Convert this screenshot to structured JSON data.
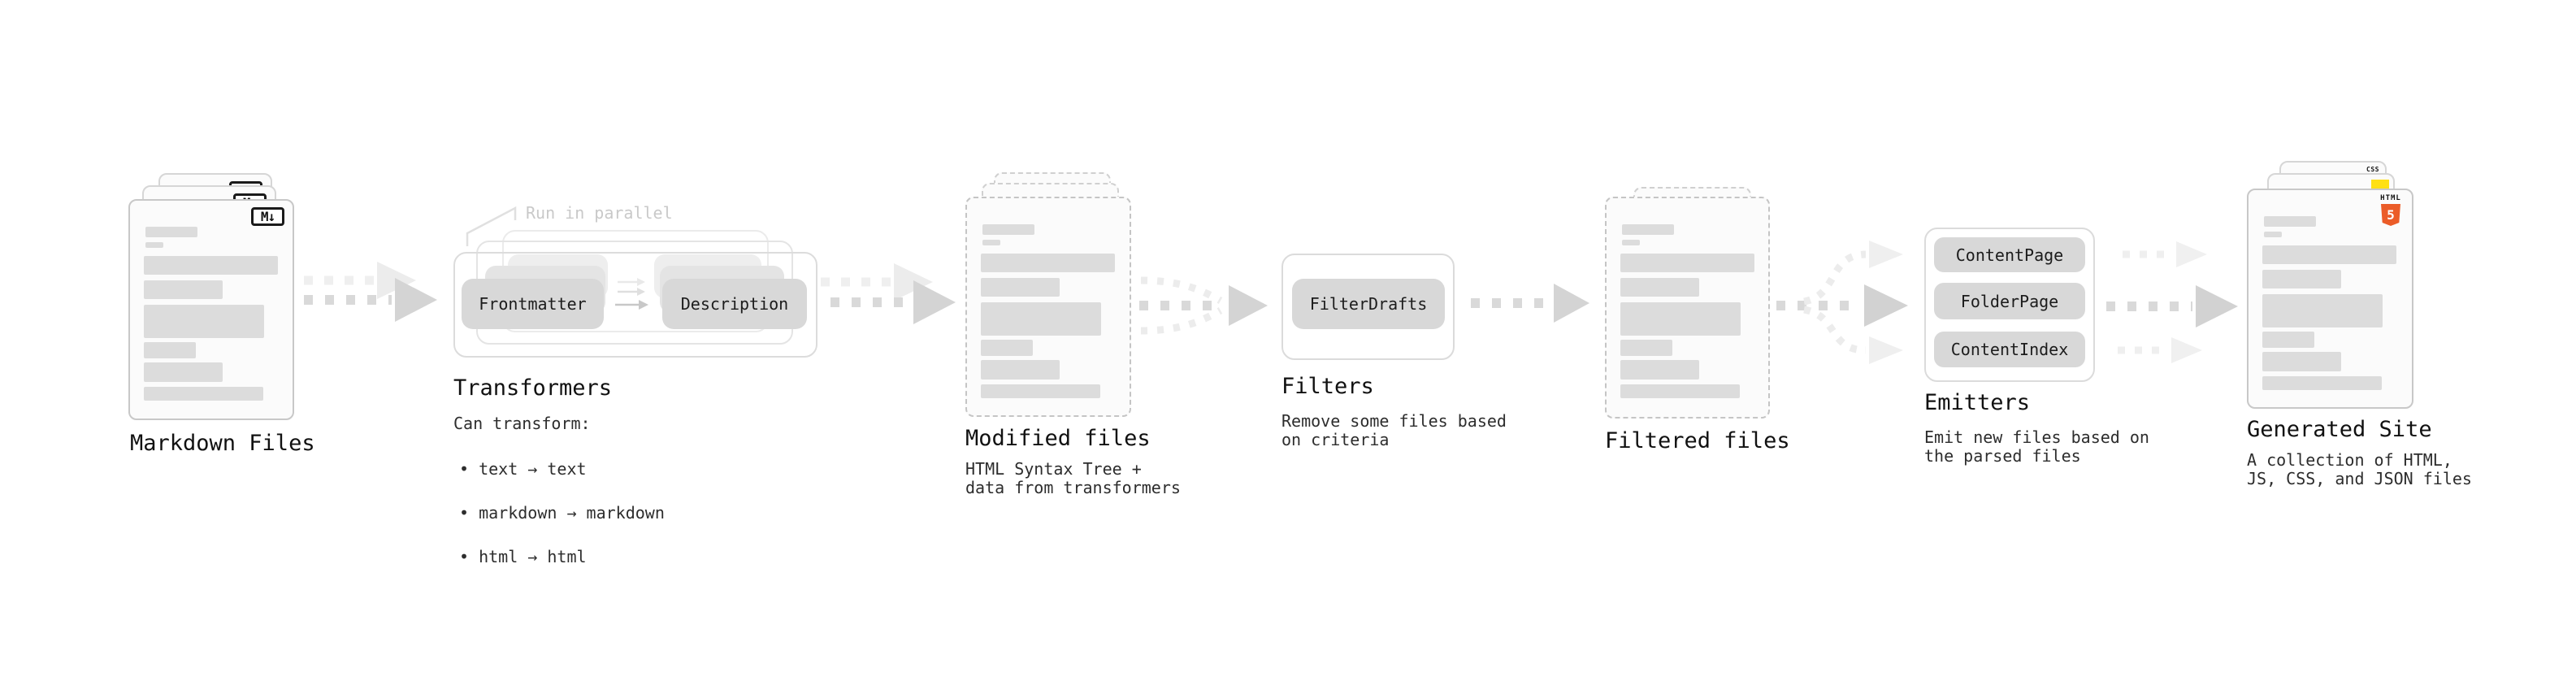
{
  "nodes": {
    "markdown": {
      "title": "Markdown Files",
      "badge": "M↓"
    },
    "transformers": {
      "title": "Transformers",
      "annotation": "Run in parallel",
      "frontmatter": "Frontmatter",
      "description": "Description",
      "caption_heading": "Can transform:",
      "bullets": [
        "• text → text",
        "• markdown → markdown",
        "• html → html"
      ]
    },
    "modified": {
      "title": "Modified files",
      "caption": "HTML Syntax Tree +\ndata from transformers"
    },
    "filters": {
      "title": "Filters",
      "button": "FilterDrafts",
      "caption": "Remove some files based\non criteria"
    },
    "filtered": {
      "title": "Filtered files"
    },
    "emitters": {
      "title": "Emitters",
      "buttons": [
        "ContentPage",
        "FolderPage",
        "ContentIndex"
      ],
      "caption": "Emit new files based on\nthe parsed files"
    },
    "generated": {
      "title": "Generated Site",
      "caption": "A collection of HTML,\nJS, CSS, and JSON files",
      "html_badge_word": "HTML",
      "html_badge_number": "5",
      "css_badge_word": "CSS"
    }
  },
  "colors": {
    "html5_orange": "#eb5c28",
    "css_blue": "#2965f1",
    "js_yellow": "#ffe014",
    "placeholder_gray": "#dcdcdc",
    "arrow_gray": "#d9d9d9"
  }
}
